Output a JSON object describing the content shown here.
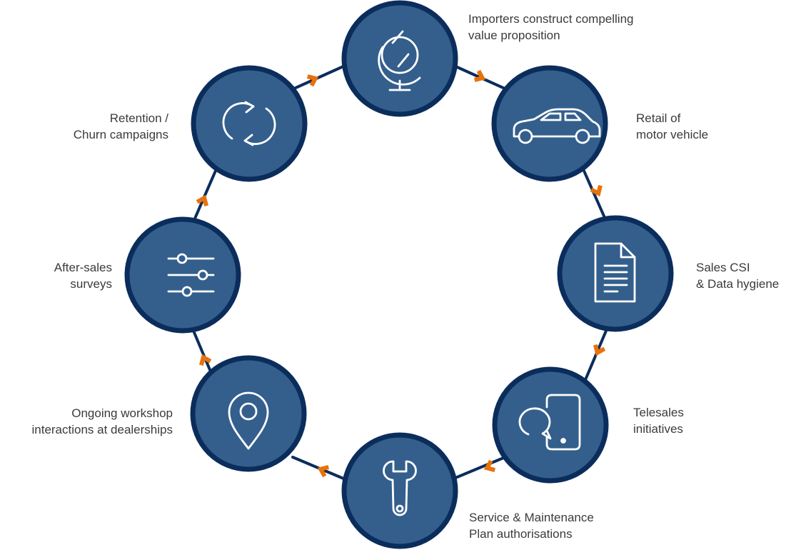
{
  "colors": {
    "node_fill": "#345f8c",
    "node_ring": "#0b2d5c",
    "connector": "#0b2d5c",
    "arrow": "#e8720c",
    "icon_stroke": "#ffffff",
    "text": "#3b3b3b"
  },
  "stages": [
    {
      "icon": "globe-icon",
      "lines": [
        "Importers construct compelling",
        "value proposition"
      ]
    },
    {
      "icon": "car-icon",
      "lines": [
        "Retail of",
        "motor vehicle"
      ]
    },
    {
      "icon": "document-icon",
      "lines": [
        "Sales CSI",
        "& Data hygiene"
      ]
    },
    {
      "icon": "mobile-chat-icon",
      "lines": [
        "Telesales",
        "initiatives"
      ]
    },
    {
      "icon": "wrench-icon",
      "lines": [
        "Service & Maintenance",
        "Plan authorisations"
      ]
    },
    {
      "icon": "location-pin-icon",
      "lines": [
        "Ongoing workshop",
        "interactions at dealerships"
      ]
    },
    {
      "icon": "sliders-icon",
      "lines": [
        "After-sales",
        "surveys"
      ]
    },
    {
      "icon": "refresh-cycle-icon",
      "lines": [
        "Retention /",
        "Churn campaigns"
      ]
    }
  ]
}
